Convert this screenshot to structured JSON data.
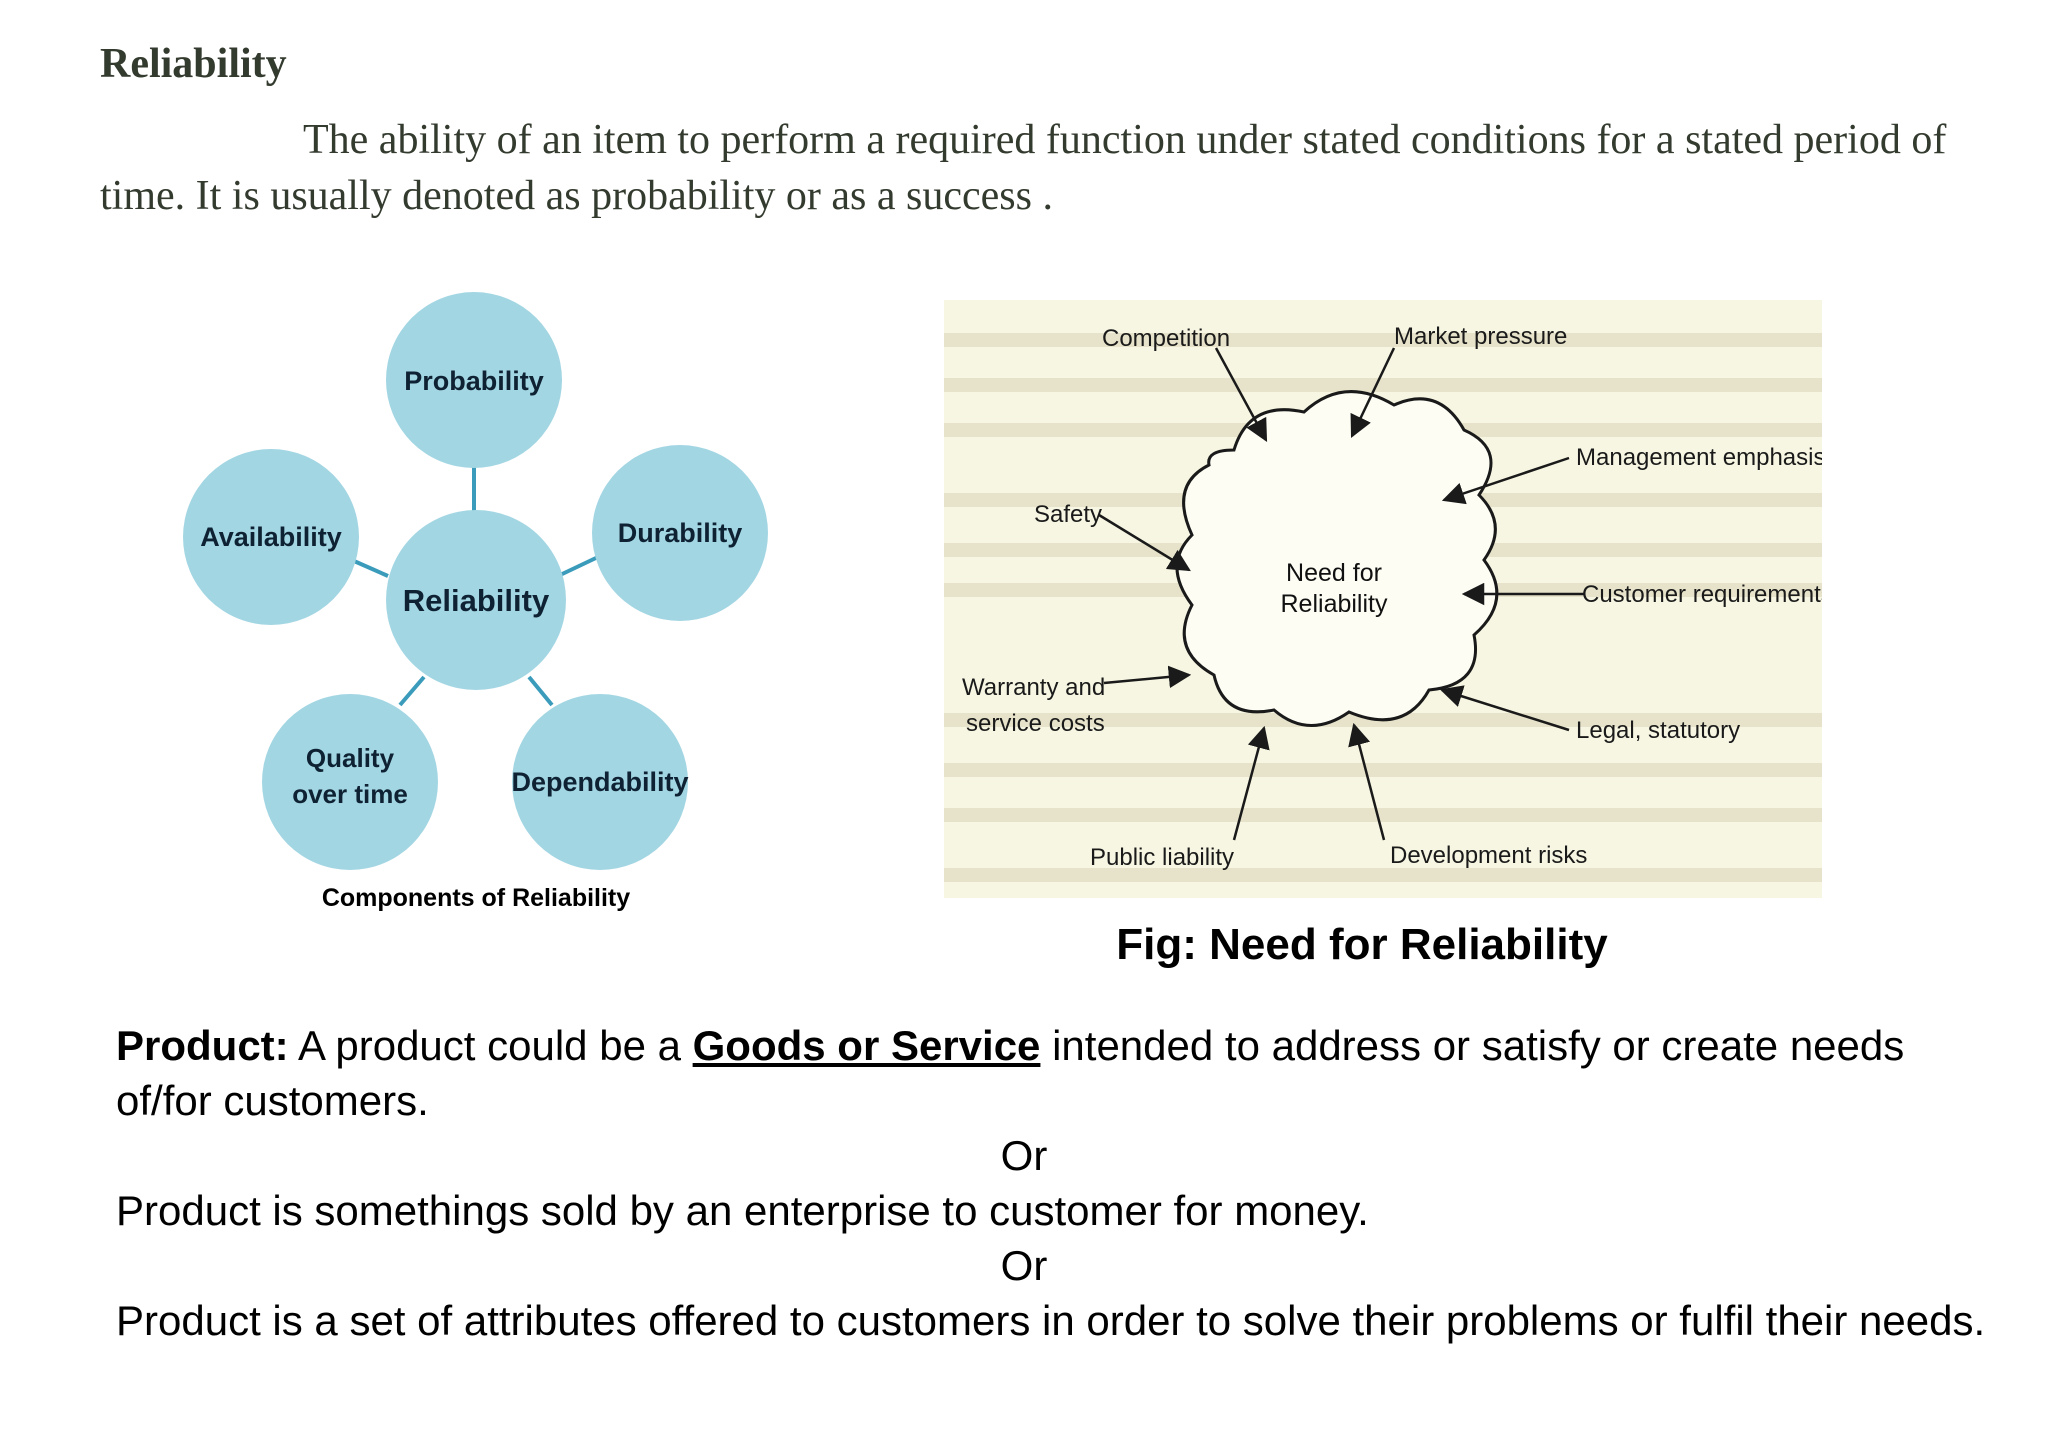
{
  "heading": "Reliability",
  "definition": "The ability of an item to perform a required function under stated conditions for a stated period of time. It is usually denoted as probability or as a success .",
  "components_figure": {
    "center": "Reliability",
    "components": [
      "Probability",
      "Durability",
      "Dependability",
      "Quality over time",
      "Availability"
    ],
    "component_lines": {
      "quality": [
        "Quality",
        "over time"
      ]
    },
    "caption": "Components of Reliability",
    "colors": {
      "circle": "#a3d6e3",
      "connector": "#3a9bbb"
    }
  },
  "need_figure": {
    "center_lines": [
      "Need for",
      "Reliability"
    ],
    "factors": {
      "competition": "Competition",
      "market_pressure": "Market pressure",
      "management_emphasis": "Management emphasis",
      "safety": "Safety",
      "customer_requirements": "Customer requirements",
      "warranty": [
        "Warranty and",
        "service costs"
      ],
      "legal": "Legal, statutory",
      "public_liability": "Public liability",
      "development_risks": "Development risks"
    },
    "caption": "Fig: Need for Reliability",
    "colors": {
      "background": "#f7f6e2"
    }
  },
  "product": {
    "label": "Product:",
    "line1_pre": " A product could be a ",
    "emphasis": "Goods or Service",
    "line1_post": " intended to address or satisfy or create needs of/for customers.",
    "or_1": "Or",
    "line2": "Product is somethings sold by an enterprise to customer for money.",
    "or_2": "Or",
    "line3": "Product is a set of attributes offered to customers in order to solve their problems or fulfil their needs."
  }
}
